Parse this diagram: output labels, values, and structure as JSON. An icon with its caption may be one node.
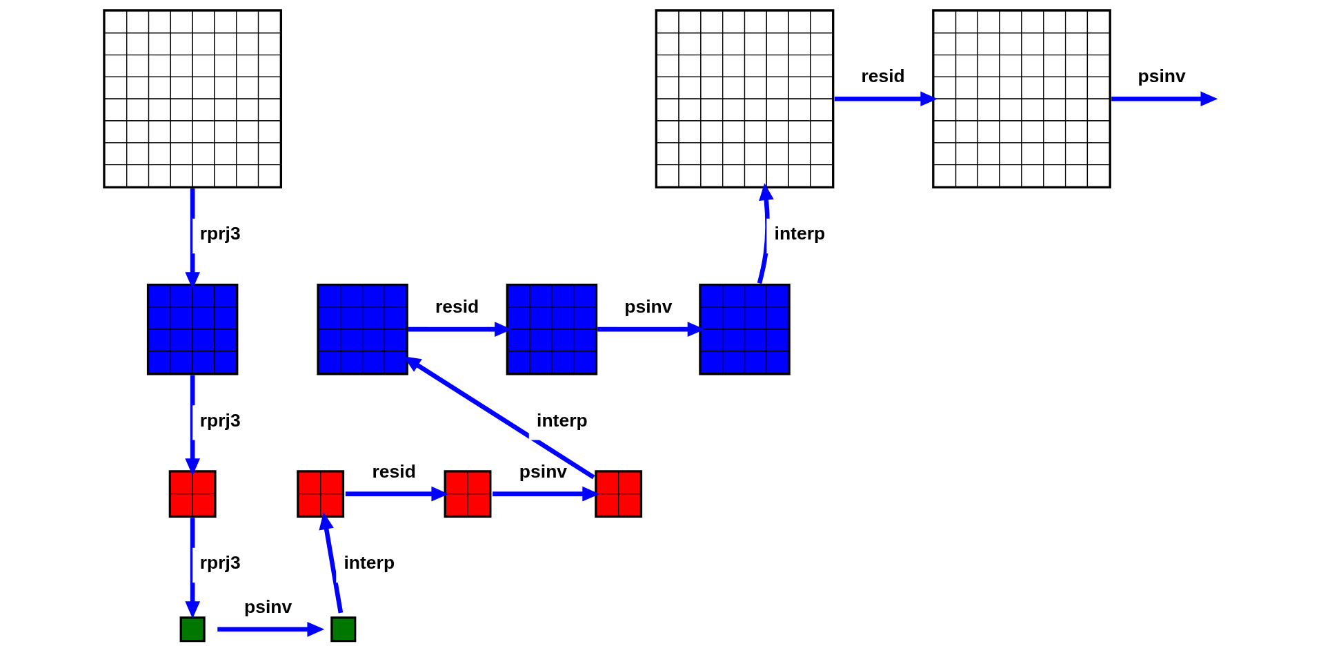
{
  "diagram": {
    "nodes": [
      {
        "text": [],
        "shape": "box"
      },
      {
        "text": [],
        "shape": "box"
      },
      {
        "text": [],
        "shape": "box"
      },
      {
        "text": [],
        "shape": "box"
      },
      {
        "text": [],
        "shape": "box"
      },
      {
        "text": [],
        "shape": "box"
      },
      {
        "text": [],
        "shape": "box"
      },
      {
        "text": [],
        "shape": "box"
      },
      {
        "text": [],
        "shape": "box"
      },
      {
        "text": [],
        "shape": "box"
      },
      {
        "text": [],
        "shape": "box"
      },
      {
        "text": [],
        "shape": "box"
      },
      {
        "text": [],
        "shape": "box"
      }
    ],
    "edges": [
      {
        "from": 0,
        "to": 1,
        "arrow": "to",
        "label": "rprj3"
      },
      {
        "from": 1,
        "to": 2,
        "arrow": "to",
        "label": "rprj3"
      },
      {
        "from": 2,
        "to": 3,
        "arrow": "to",
        "label": "rprj3"
      },
      {
        "from": 3,
        "to": 4,
        "arrow": "to",
        "label": "psinv"
      },
      {
        "from": 4,
        "to": 5,
        "arrow": "to",
        "label": "interp"
      },
      {
        "from": 5,
        "to": 6,
        "arrow": "to",
        "label": "resid"
      },
      {
        "from": 6,
        "to": 7,
        "arrow": "to",
        "label": "psinv"
      },
      {
        "from": 7,
        "to": 8,
        "arrow": "to",
        "label": "interp"
      },
      {
        "from": 8,
        "to": 9,
        "arrow": "to",
        "label": "resid"
      },
      {
        "from": 9,
        "to": 10,
        "arrow": "to",
        "label": "psinv"
      },
      {
        "from": 10,
        "to": 11,
        "arrow": "to",
        "label": "interp"
      },
      {
        "from": 11,
        "to": 12,
        "arrow": "to",
        "label": "resid"
      },
      {
        "from": 12,
        "to": null,
        "arrow": "to",
        "label": "psinv"
      }
    ]
  }
}
